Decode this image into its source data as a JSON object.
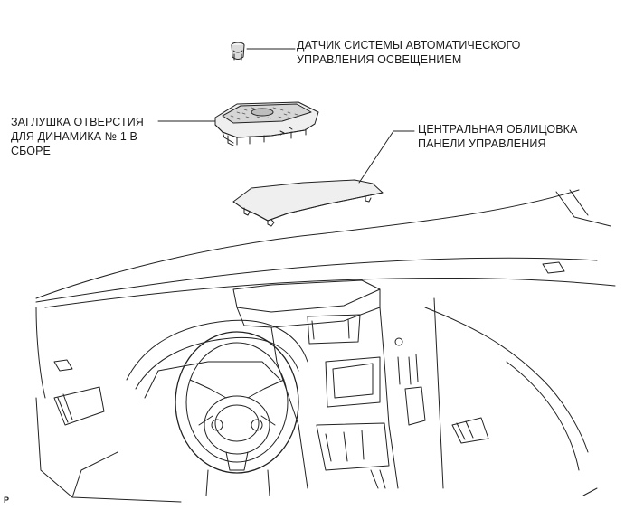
{
  "callouts": {
    "sensor": {
      "line1": "ДАТЧИК СИСТЕМЫ АВТОМАТИЧЕСКОГО",
      "line2": "УПРАВЛЕНИЯ ОСВЕЩЕНИЕМ"
    },
    "speaker_cover": {
      "line1": "ЗАГЛУШКА ОТВЕРСТИЯ",
      "line2": "ДЛЯ ДИНАМИКА № 1 В",
      "line3": "СБОРЕ"
    },
    "center_panel": {
      "line1": "ЦЕНТРАЛЬНАЯ ОБЛИЦОВКА",
      "line2": "ПАНЕЛИ УПРАВЛЕНИЯ"
    }
  },
  "figure_marker": "P",
  "colors": {
    "line": "#222222",
    "background": "#ffffff",
    "part_fill": "#ededed",
    "speckle": "#555555"
  }
}
